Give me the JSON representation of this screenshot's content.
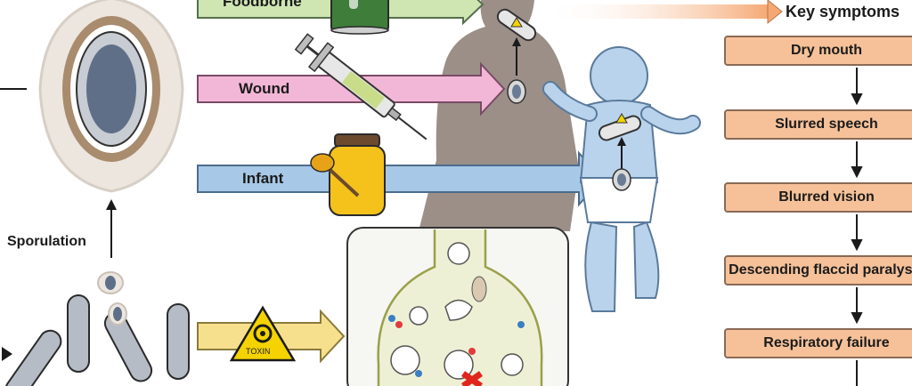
{
  "routes": [
    {
      "label": "Foodborne",
      "color": "#cfe6b3"
    },
    {
      "label": "Wound",
      "color": "#f2b7d7"
    },
    {
      "label": "Infant",
      "color": "#a7c8e6"
    }
  ],
  "sporulation_label": "Sporulation",
  "toxin_label": "TOXIN",
  "key_symptoms_title": "Key symptoms",
  "symptoms": [
    "Dry mouth",
    "Slurred speech",
    "Blurred vision",
    "Descending flaccid paralysis",
    "Respiratory failure"
  ],
  "colors": {
    "symptom_fill": "#f6c199",
    "adult_silhouette": "#9b8f88",
    "infant": "#b9d3ec",
    "toxin_arrow": "#f6e08e",
    "toxin_sign": "#f4d300",
    "inhibition": "#e0261c"
  },
  "icons": [
    "spore-icon",
    "food-can-icon",
    "syringe-icon",
    "honey-jar-icon",
    "biohazard-icon",
    "bacterium-icon",
    "nerve-terminal-icon"
  ]
}
